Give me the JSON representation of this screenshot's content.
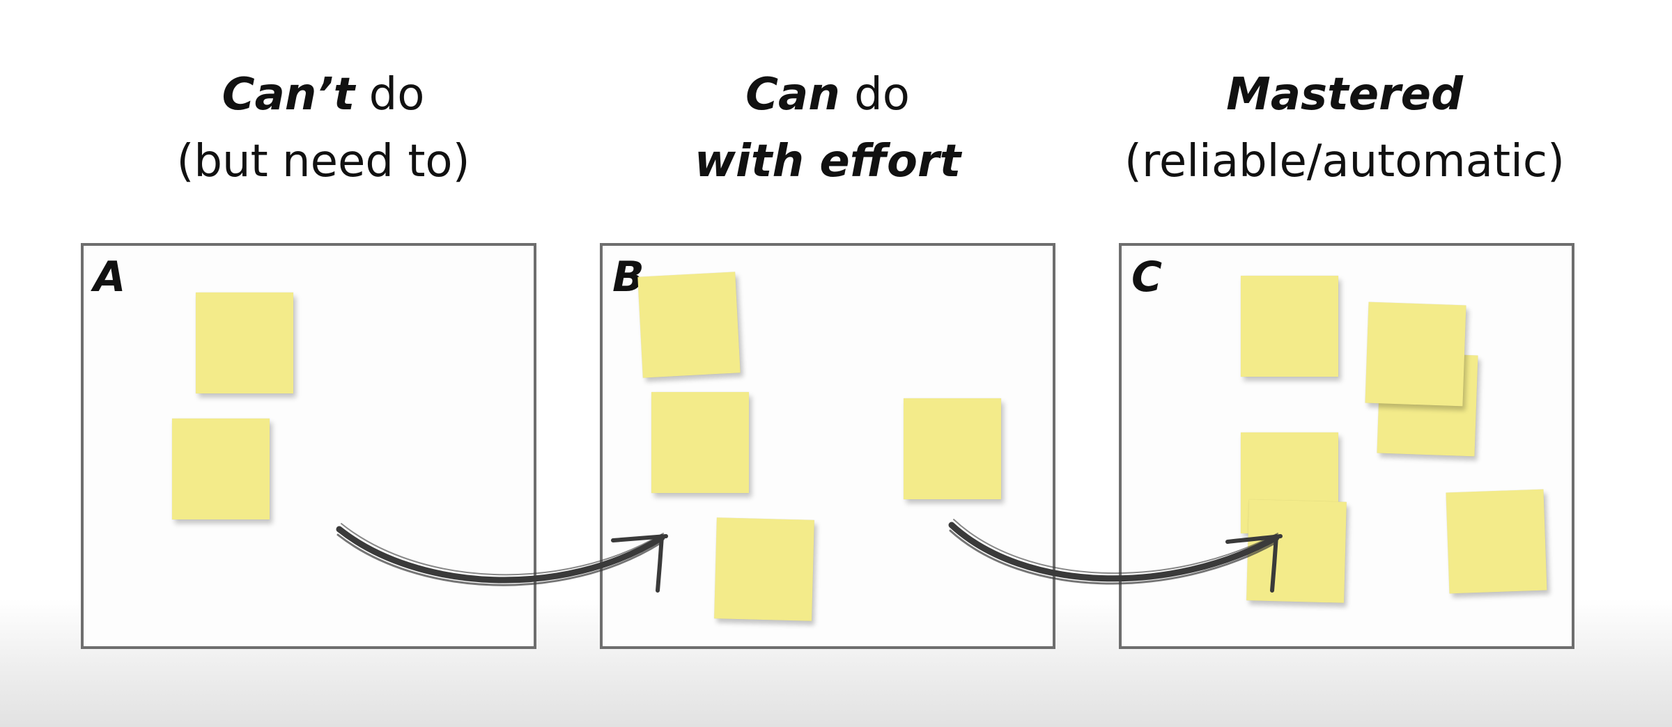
{
  "headings": [
    {
      "emph": "Can’t",
      "rest": " do",
      "line2": "(but need to)",
      "line2_emph": ""
    },
    {
      "emph": "Can",
      "rest": " do",
      "line2": "",
      "line2_emph": "with effort"
    },
    {
      "emph": "Mastered",
      "rest": "",
      "line2": "(reliable/automatic)",
      "line2_emph": ""
    }
  ],
  "panels": [
    {
      "letter": "A",
      "sticky_notes": 2
    },
    {
      "letter": "B",
      "sticky_notes": 4
    },
    {
      "letter": "C",
      "sticky_notes": 6
    }
  ],
  "colors": {
    "sticky_note": "#f3eb8a",
    "panel_border": "#6e6e6e",
    "arrow": "#3a3a3a"
  }
}
